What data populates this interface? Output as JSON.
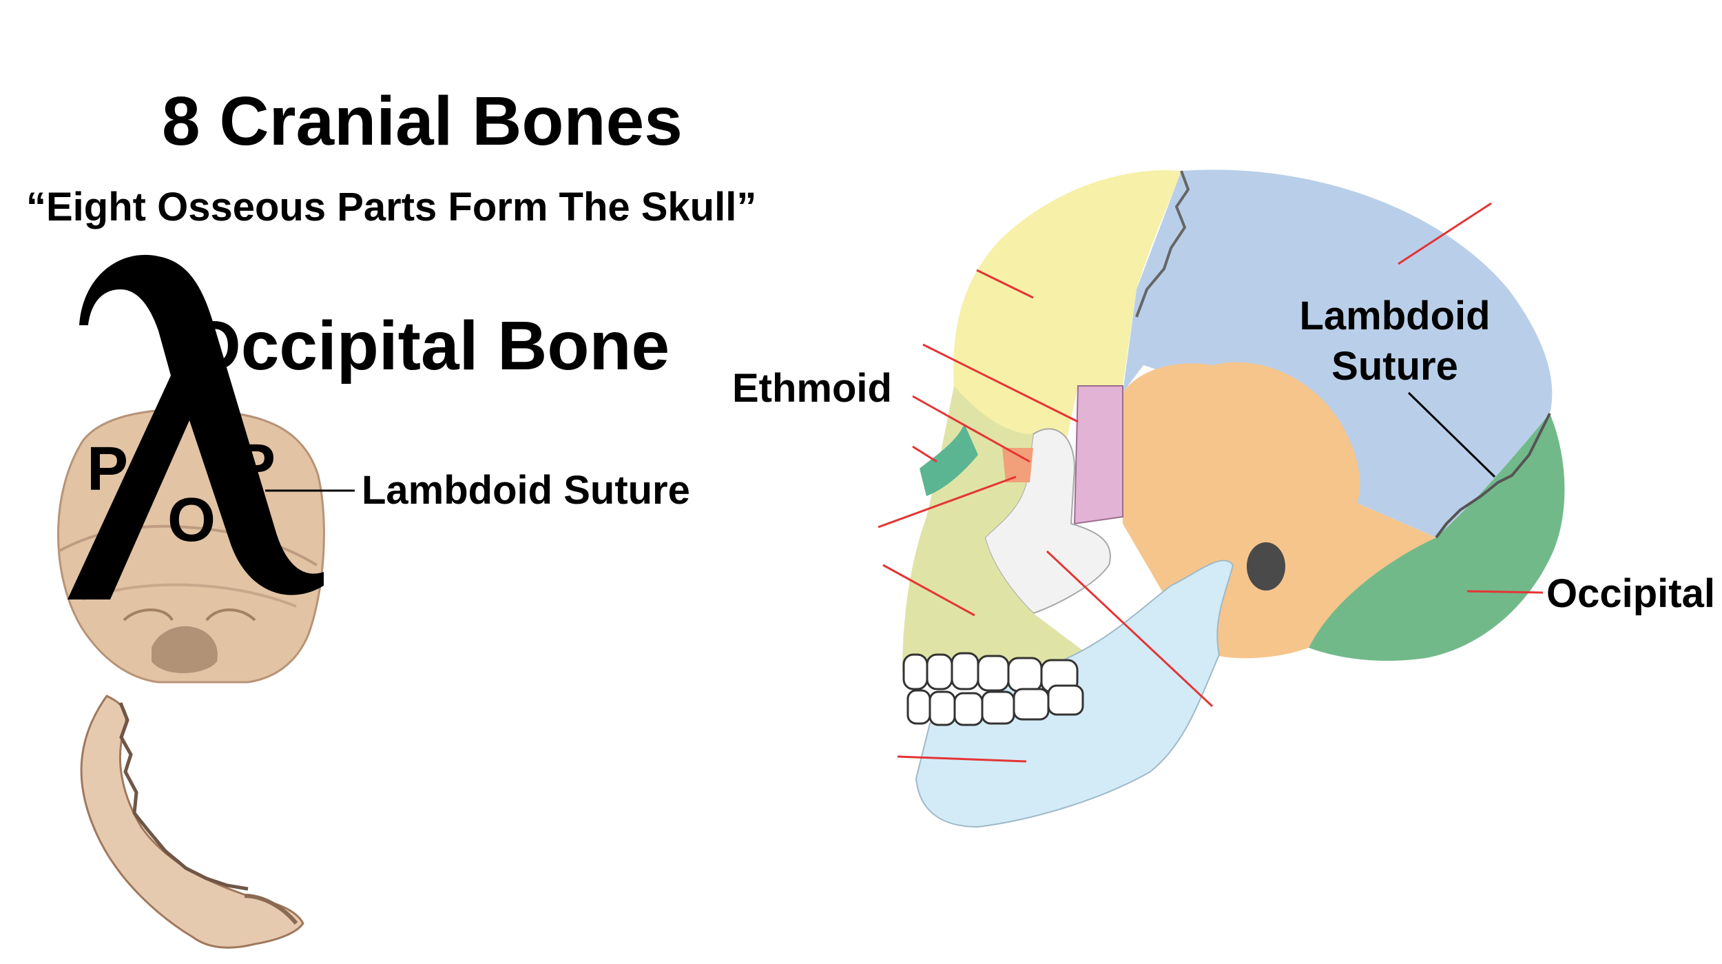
{
  "header": {
    "title": "8 Cranial Bones",
    "mnemonic": "“Eight Osseous Parts Form The Skull”"
  },
  "left_panel": {
    "bone_name": "Occipital Bone",
    "lambda_symbol": "λ",
    "letters": [
      "P",
      "P",
      "O"
    ],
    "suture_label": "Lambdoid Suture"
  },
  "right_panel": {
    "ethmoid_label": "Ethmoid",
    "lambdoid_label": "Lambdoid Suture",
    "occipital_label": "Occipital"
  },
  "colors": {
    "frontal": "#f6f0a8",
    "parietal": "#b9cfe9",
    "temporal": "#f6c58c",
    "occipital": "#72b98a",
    "sphenoid": "#e2b3d4",
    "zygomatic": "#f2f2f2",
    "maxilla": "#dfe4a6",
    "mandible": "#d3ebf7",
    "nasal": "#5bb592",
    "lacrimal": "#f1a07a",
    "bone_tan": "#e2c3a4",
    "leader_line": "#e53434"
  }
}
